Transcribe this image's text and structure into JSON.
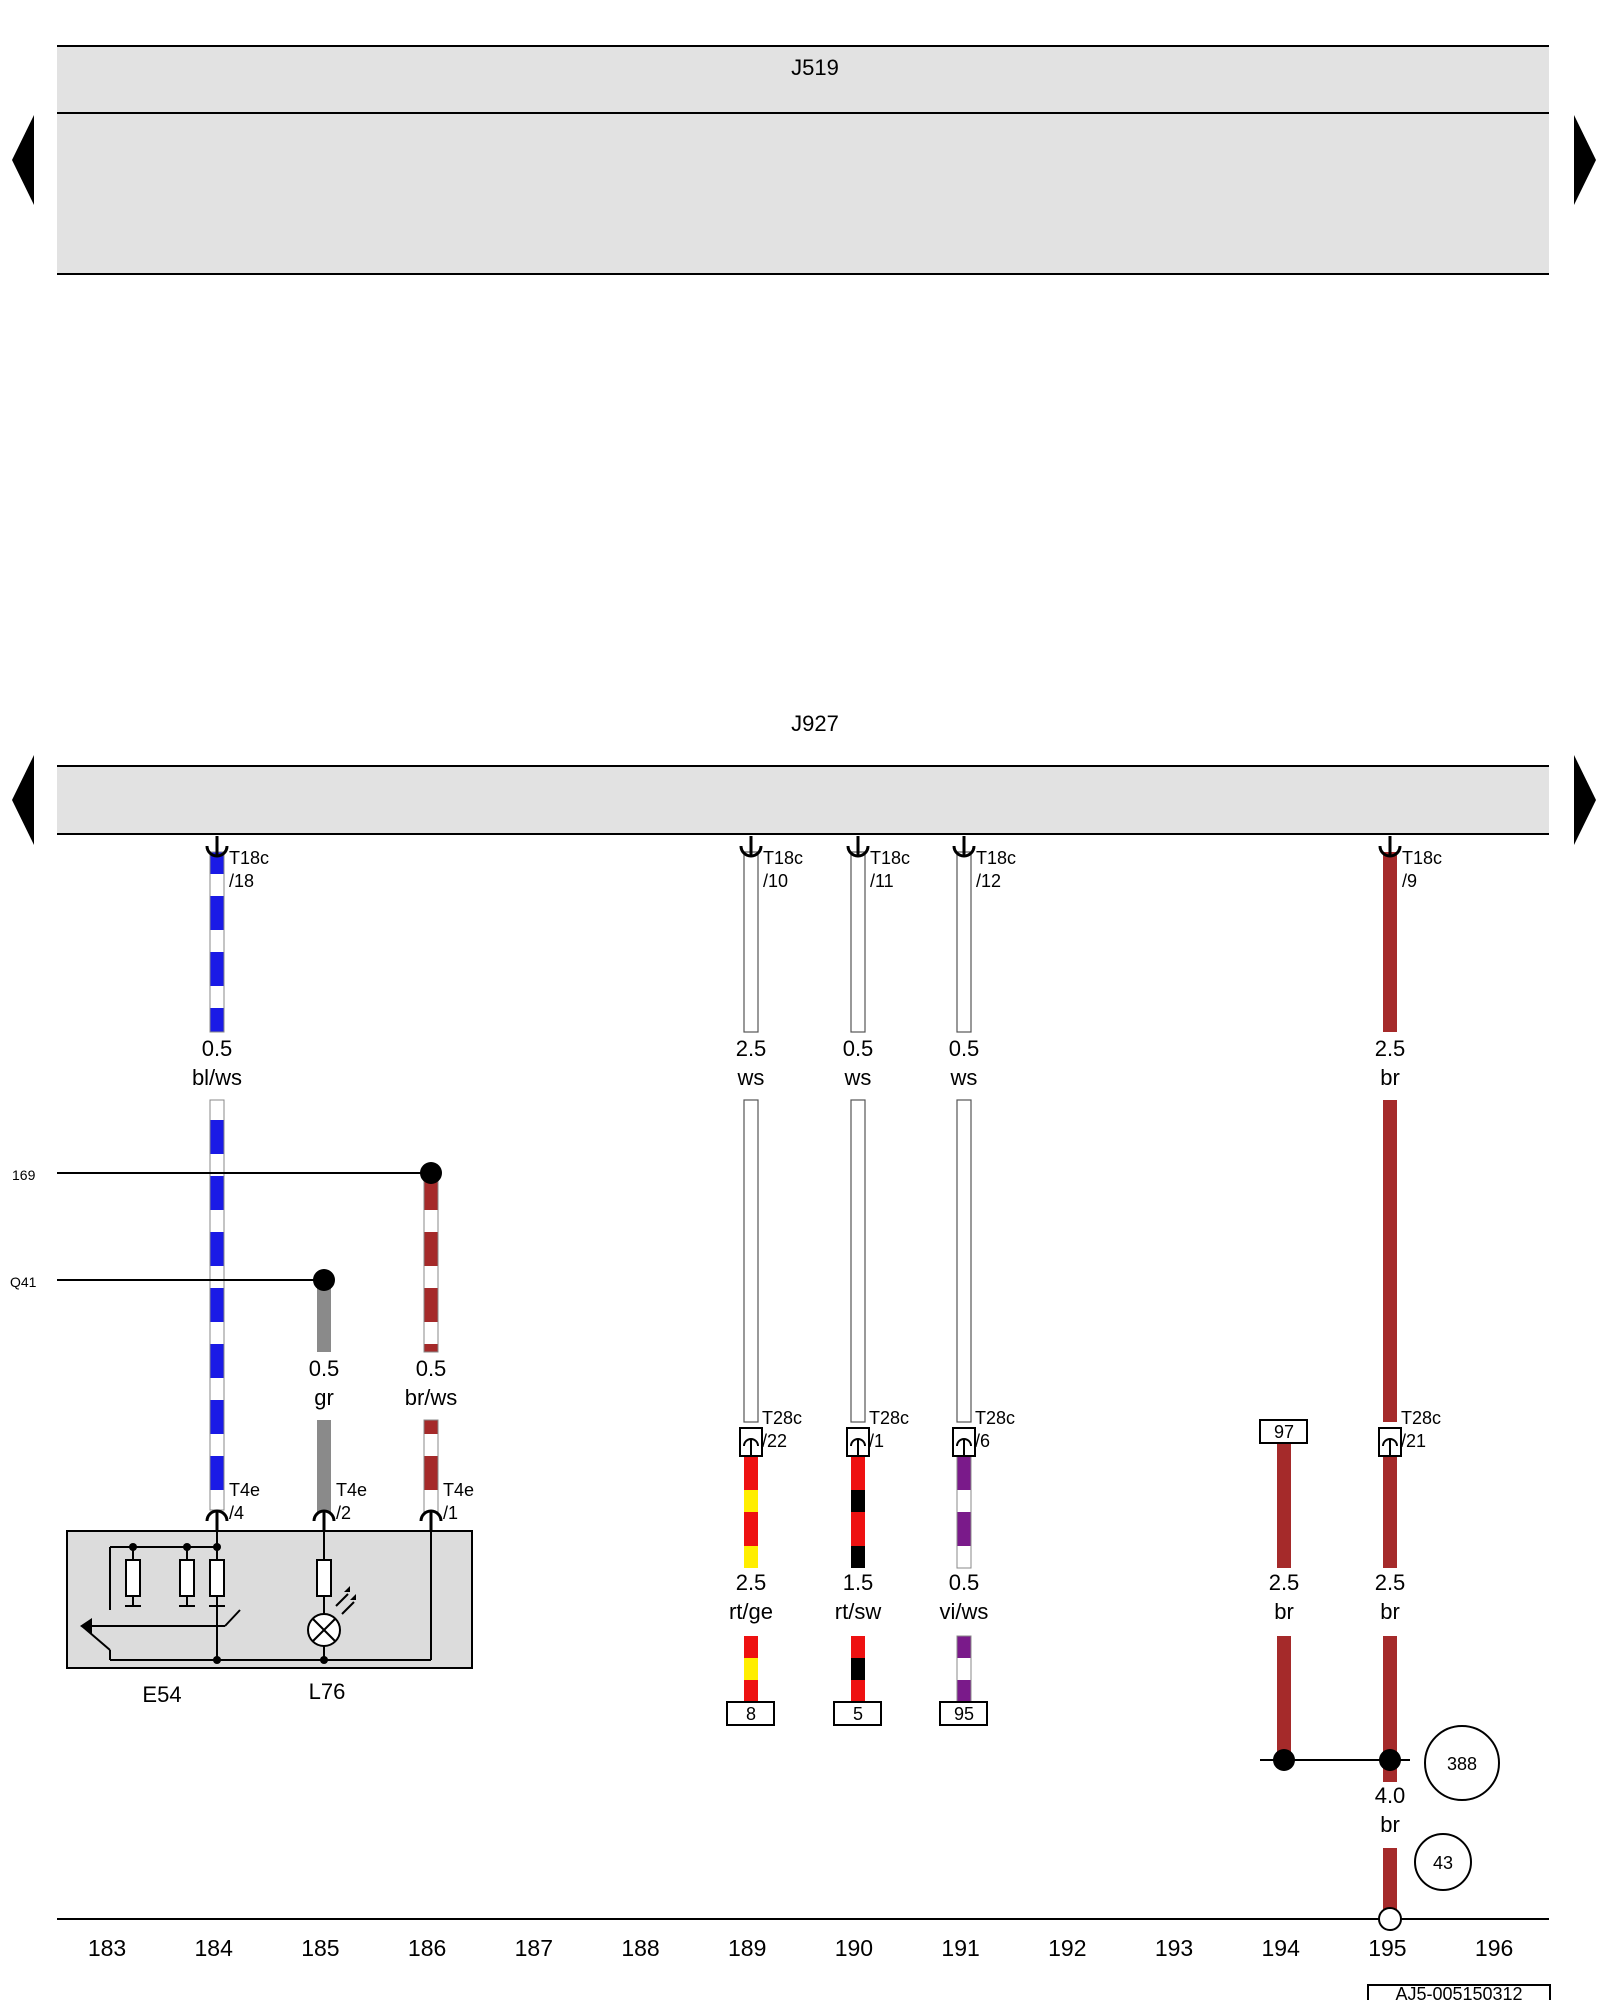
{
  "modules": {
    "top": "J519",
    "bottom": "J927"
  },
  "side_refs": {
    "line_169": "169",
    "line_q41": "Q41"
  },
  "components": {
    "e54": "E54",
    "l76": "L76"
  },
  "wires": [
    {
      "id": "w184",
      "size": "0.5",
      "color_code": "bl/ws",
      "colors": [
        "#1a1ae6",
        "#ffffff"
      ],
      "conn_top": "T18c",
      "pin_top": "/18"
    },
    {
      "id": "w185",
      "size": "0.5",
      "color_code": "gr",
      "colors": [
        "#8a8a8a"
      ]
    },
    {
      "id": "w186",
      "size": "0.5",
      "color_code": "br/ws",
      "colors": [
        "#a52a2a",
        "#ffffff"
      ]
    },
    {
      "id": "w189a",
      "size": "2.5",
      "color_code": "ws",
      "colors": [
        "#ffffff"
      ],
      "conn_top": "T18c",
      "pin_top": "/10"
    },
    {
      "id": "w190a",
      "size": "0.5",
      "color_code": "ws",
      "colors": [
        "#ffffff"
      ],
      "conn_top": "T18c",
      "pin_top": "/11"
    },
    {
      "id": "w191a",
      "size": "0.5",
      "color_code": "ws",
      "colors": [
        "#ffffff"
      ],
      "conn_top": "T18c",
      "pin_top": "/12"
    },
    {
      "id": "w195a",
      "size": "2.5",
      "color_code": "br",
      "colors": [
        "#a52a2a"
      ],
      "conn_top": "T18c",
      "pin_top": "/9"
    },
    {
      "id": "w189b",
      "size": "2.5",
      "color_code": "rt/ge",
      "colors": [
        "#ee1111",
        "#ffee00"
      ]
    },
    {
      "id": "w190b",
      "size": "1.5",
      "color_code": "rt/sw",
      "colors": [
        "#ee1111",
        "#000000"
      ]
    },
    {
      "id": "w191b",
      "size": "0.5",
      "color_code": "vi/ws",
      "colors": [
        "#7a1a8a",
        "#ffffff"
      ]
    },
    {
      "id": "w194",
      "size": "2.5",
      "color_code": "br",
      "colors": [
        "#a52a2a"
      ]
    },
    {
      "id": "w195b",
      "size": "2.5",
      "color_code": "br",
      "colors": [
        "#a52a2a"
      ]
    },
    {
      "id": "w195c",
      "size": "4.0",
      "color_code": "br",
      "colors": [
        "#a52a2a"
      ]
    }
  ],
  "connectors": {
    "t4e": "T4e",
    "t4e_pins": [
      "/4",
      "/2",
      "/1"
    ],
    "t28c": "T28c",
    "t28c_pins": [
      "/22",
      "/1",
      "/6",
      "/21"
    ]
  },
  "refs_box": [
    "8",
    "5",
    "95",
    "97"
  ],
  "refs_circle": [
    "388",
    "43"
  ],
  "grid_numbers": [
    "183",
    "184",
    "185",
    "186",
    "187",
    "188",
    "189",
    "190",
    "191",
    "192",
    "193",
    "194",
    "195",
    "196"
  ],
  "doc_code": "AJ5-005150312"
}
